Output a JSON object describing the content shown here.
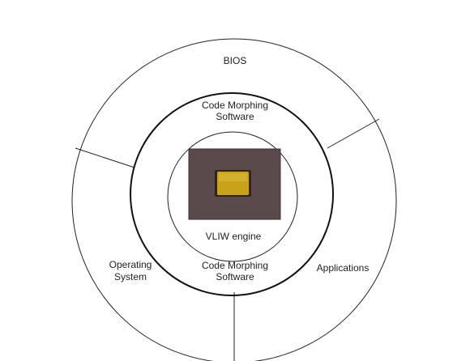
{
  "diagram": {
    "rings": {
      "outer": {
        "segments": {
          "top": "BIOS",
          "right": "Applications",
          "left_line1": "Operating",
          "left_line2": "System"
        }
      },
      "middle": {
        "top_line1": "Code Morphing",
        "top_line2": "Software",
        "bottom_line1": "Code Morphing",
        "bottom_line2": "Software"
      },
      "inner": {
        "label": "VLIW engine"
      }
    },
    "chip": {
      "icon": "processor-chip-icon",
      "package_color": "#5a4a4c",
      "die_color": "#c9a21a"
    }
  }
}
